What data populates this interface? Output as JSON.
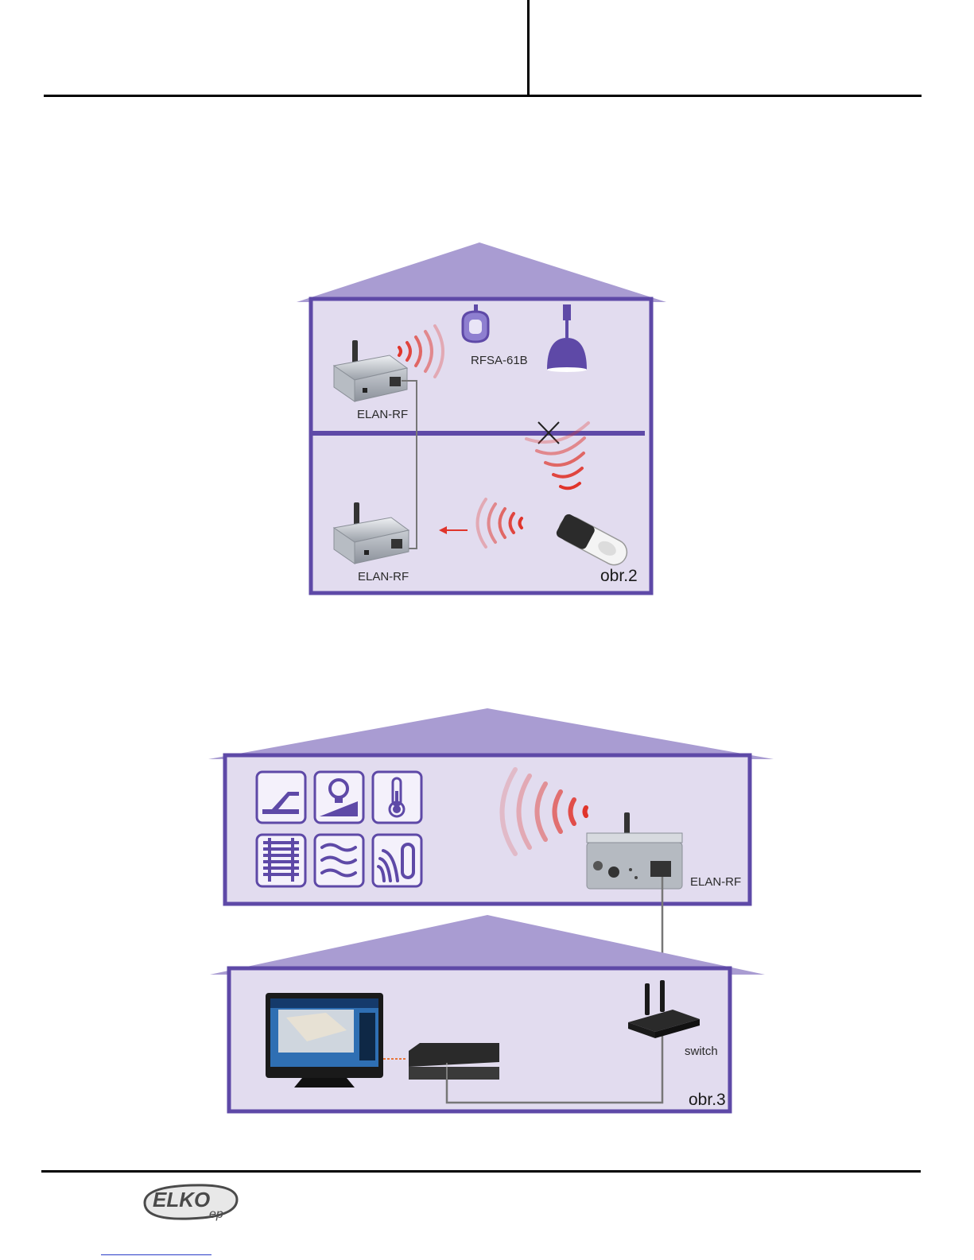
{
  "header": {
    "left_text": "",
    "right_text": ""
  },
  "figure2": {
    "caption": "obr.2",
    "device_upper_label": "ELAN-RF",
    "device_lower_label": "ELAN-RF",
    "actuator_label": "RFSA-61B"
  },
  "figure3": {
    "caption": "obr.3",
    "device_label": "ELAN-RF",
    "switch_label": "switch",
    "function_icons": [
      "switch-icon",
      "dimmer-icon",
      "thermometer-icon",
      "blinds-icon",
      "heating-icon",
      "sensor-icon"
    ]
  },
  "footer": {
    "logo_text": "ELKO",
    "logo_sub": "ep",
    "link_text": ""
  },
  "colors": {
    "roof": "#a99cd2",
    "wall_fill": "#e2dcef",
    "wall_border": "#5e49a7",
    "signal": "#e0342b",
    "icon_border": "#5e49a7"
  }
}
